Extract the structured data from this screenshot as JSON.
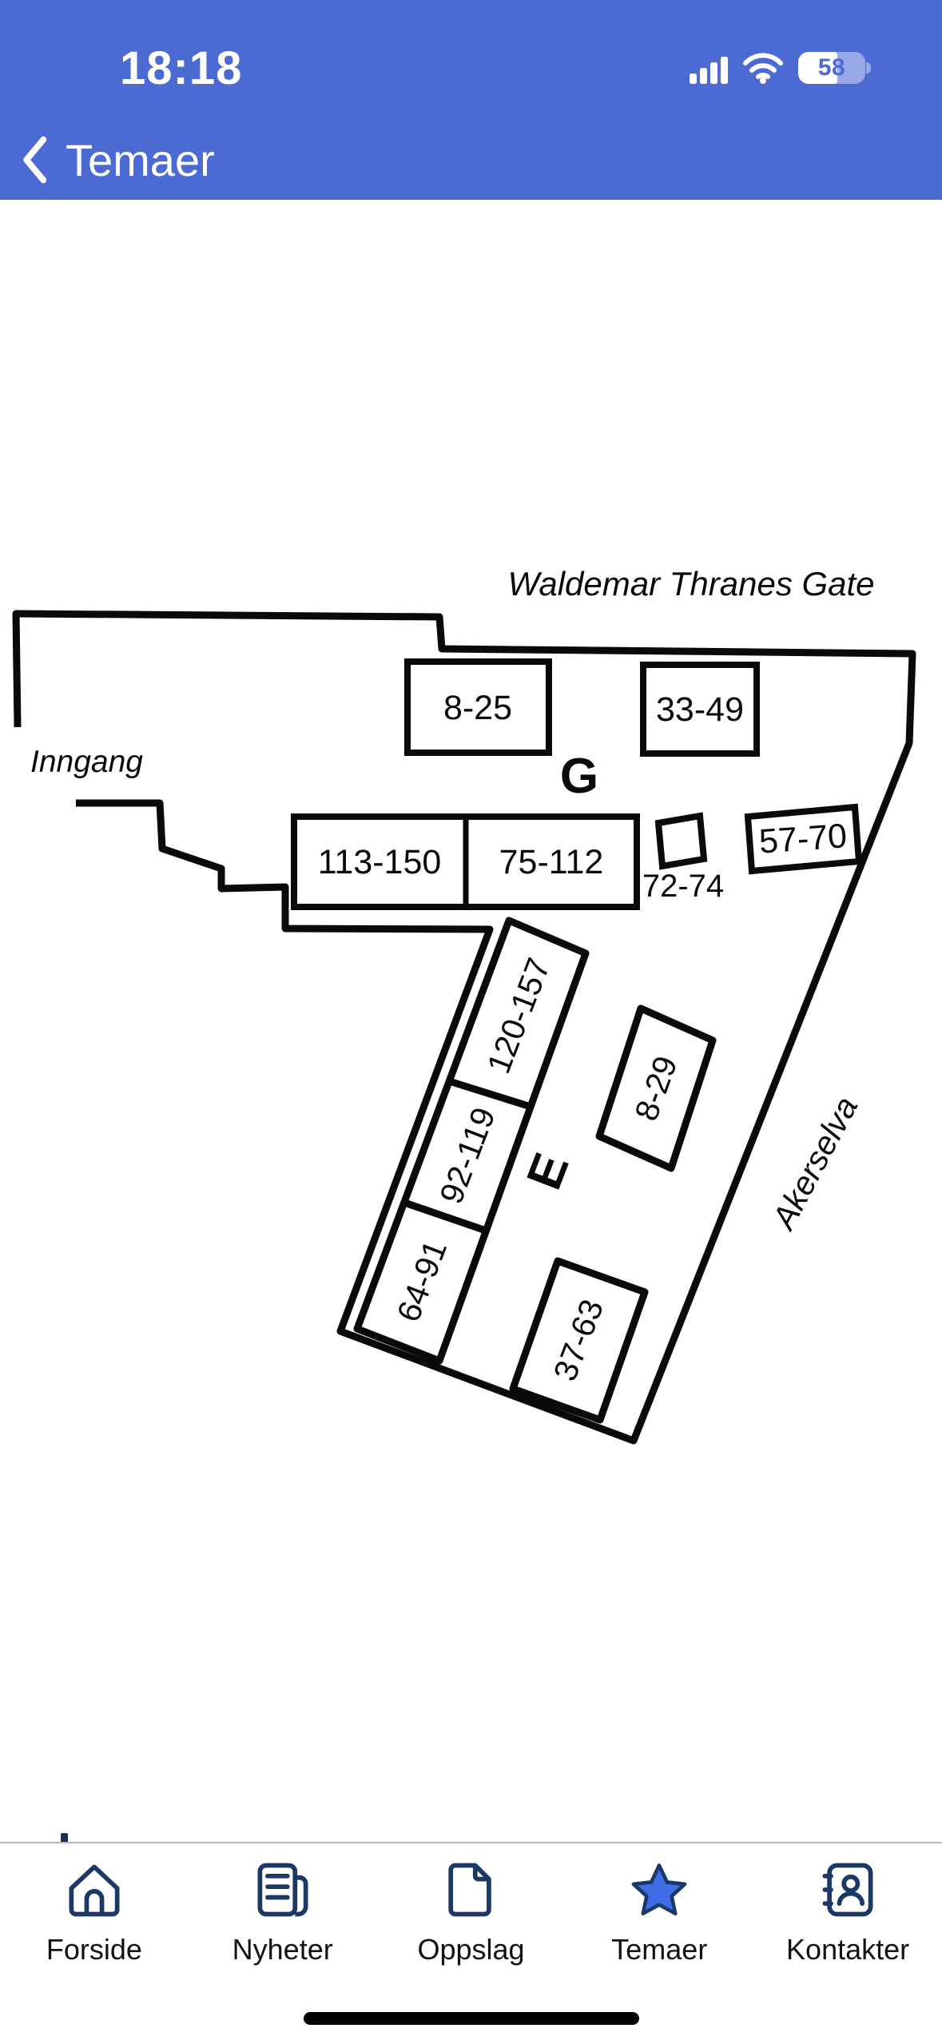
{
  "status_bar": {
    "time": "18:18",
    "battery_percent": "58"
  },
  "nav_bar": {
    "back_label": "Temaer"
  },
  "map": {
    "street_label": "Waldemar Thranes Gate",
    "entrance_label": "Inngang",
    "river_label": "Akerselva",
    "section_g_label": "G",
    "section_e_label": "E",
    "plots": {
      "g_top_left": "8-25",
      "g_top_right": "33-49",
      "g_row_left": "113-150",
      "g_row_right": "75-112",
      "g_small": "72-74",
      "g_far_right": "57-70",
      "e_strip_top": "120-157",
      "e_strip_mid": "92-119",
      "e_strip_bottom": "64-91",
      "e_box_upper": "8-29",
      "e_box_lower": "37-63"
    }
  },
  "tab_bar": {
    "items": [
      {
        "label": "Forside"
      },
      {
        "label": "Nyheter"
      },
      {
        "label": "Oppslag"
      },
      {
        "label": "Temaer"
      },
      {
        "label": "Kontakter"
      }
    ],
    "active_label": "Temaer",
    "colors": {
      "icon_navy": "#1C3966",
      "active_blue": "#3D6EE5"
    }
  }
}
